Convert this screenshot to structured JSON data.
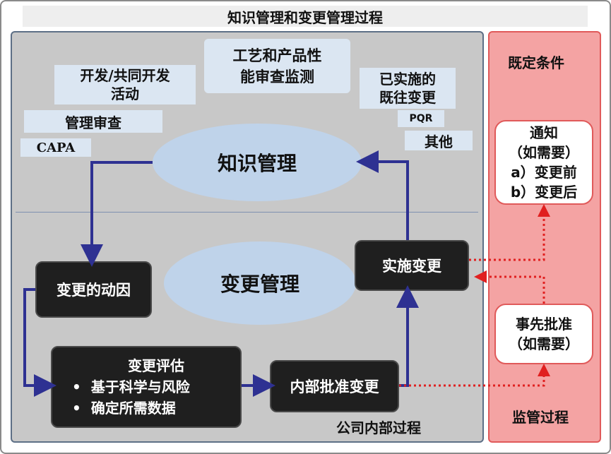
{
  "title": "知识管理和变更管理过程",
  "knowledge_sources": {
    "dev": "开发/共同开发\n活动",
    "process": "工艺和产品性\n能审查监测",
    "prior_changes": "已实施的\n既往变更",
    "mgmt_review": "管理审查",
    "capa": "CAPA",
    "pqr": "PQR",
    "other": "其他"
  },
  "knowledge_management": "知识管理",
  "change_management": "变更管理",
  "steps": {
    "driver": "变更的动因",
    "assessment_title": "变更评估",
    "assessment_bullets": [
      "基于科学与风险",
      "确定所需数据"
    ],
    "internal_approval": "内部批准变更",
    "implement": "实施变更"
  },
  "company_process_label": "公司内部过程",
  "regulatory": {
    "top_label": "既定条件",
    "notice_lines": [
      "通知",
      "（如需要）",
      "a）变更前",
      "b）变更后"
    ],
    "prior_approval_lines": [
      "事先批准",
      "（如需要）"
    ],
    "bottom_label": "监管过程"
  },
  "colors": {
    "arrow": "#2e3192",
    "dotted": "#e02020",
    "regulatory_fill": "#f4a3a3",
    "company_fill": "#c8c8c8"
  }
}
